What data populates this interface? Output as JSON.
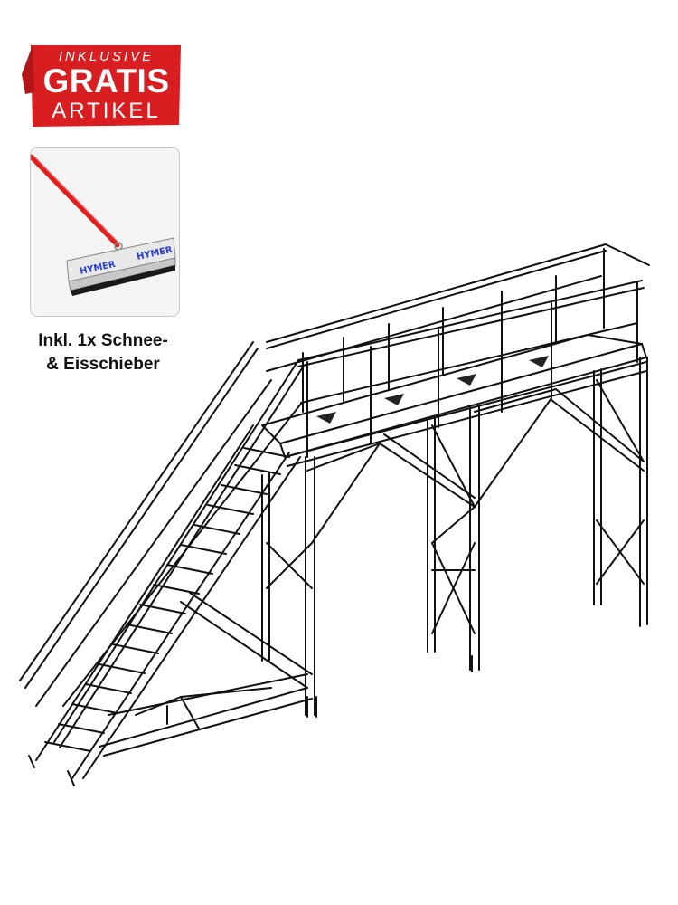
{
  "badge": {
    "line1": "INKLUSIVE",
    "line2": "GRATIS",
    "line3": "ARTIKEL",
    "color": "#d81e21"
  },
  "product": {
    "brand_text_1": "HYMER",
    "brand_text_2": "HYMER",
    "caption_line1": "Inkl. 1x Schnee-",
    "caption_line2": "& Eisschieber",
    "handle_color": "#e0201f"
  },
  "drawing": {
    "icon": "stair-platform-line-drawing"
  }
}
